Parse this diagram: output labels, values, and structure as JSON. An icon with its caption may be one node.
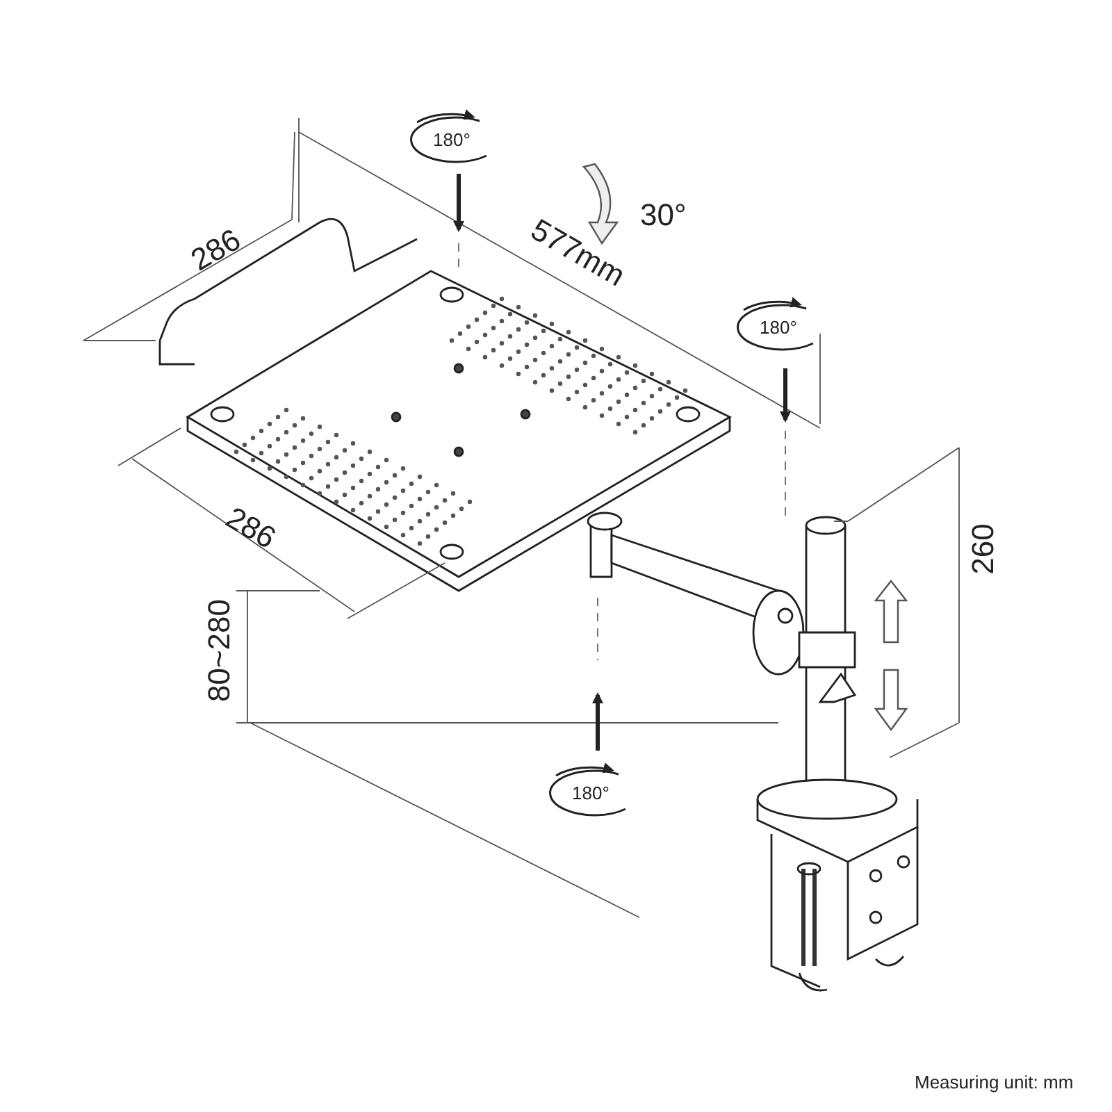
{
  "diagram": {
    "labels": [
      "180°",
      "30°",
      "286",
      "577mm",
      "180°",
      "286",
      "80~280",
      "260",
      "180°",
      "Measuring unit: mm"
    ]
  }
}
